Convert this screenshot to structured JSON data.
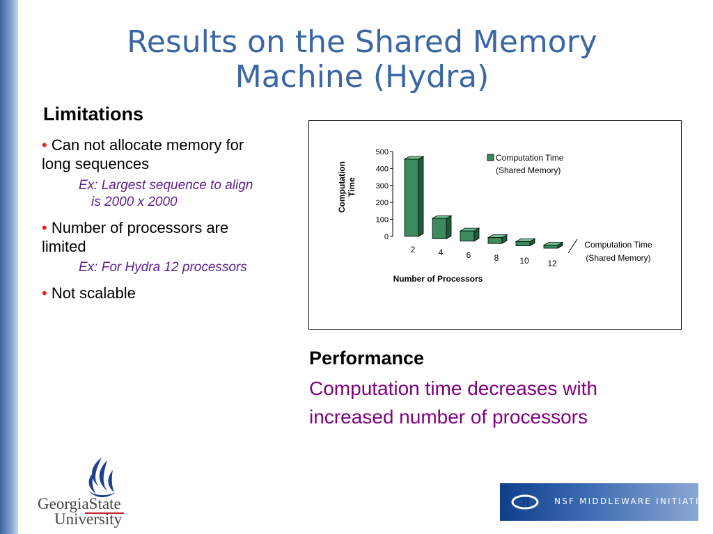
{
  "slide": {
    "title_line1": "Results on the Shared Memory",
    "title_line2": "Machine (Hydra)"
  },
  "limitations": {
    "heading": "Limitations",
    "bullet_glyph": "•",
    "items": [
      {
        "line1": "Can not allocate memory for",
        "line2": "long sequences"
      },
      {
        "line1": "Number of processors are",
        "line2": "limited"
      },
      {
        "line1": "Not scalable"
      }
    ],
    "examples": [
      {
        "line1": "Ex: Largest sequence to align",
        "line2": "is 2000 x 2000"
      },
      {
        "line1": "Ex: For Hydra 12 processors"
      }
    ]
  },
  "performance": {
    "heading": "Performance",
    "line1": "Computation time decreases with",
    "line2": "increased number of processors"
  },
  "chart_data": {
    "type": "bar",
    "style": "3d",
    "categories": [
      "2",
      "4",
      "6",
      "8",
      "10",
      "12"
    ],
    "series": [
      {
        "name": "Computation Time (Shared Memory)",
        "values": [
          455,
          120,
          60,
          35,
          25,
          18
        ]
      }
    ],
    "legend_line1": "Computation Time",
    "legend_line2": "(Shared Memory)",
    "series_label_line1": "Computation Time",
    "series_label_line2": "(Shared Memory)",
    "xlabel": "Number of Processors",
    "ylabel_line1": "Computation",
    "ylabel_line2": "Time",
    "ylim": [
      0,
      500
    ],
    "yticks": [
      0,
      100,
      200,
      300,
      400,
      500
    ],
    "legend": "top-right",
    "grid": false,
    "colors": {
      "front": "#3b8a60",
      "top": "#6fbf92",
      "side": "#1f5a3b",
      "outline": "#000000"
    }
  },
  "logos": {
    "gsu_line1": "GeorgiaState",
    "gsu_line2": "University",
    "nmi_text": "NSF MIDDLEWARE INITIATIVE"
  }
}
